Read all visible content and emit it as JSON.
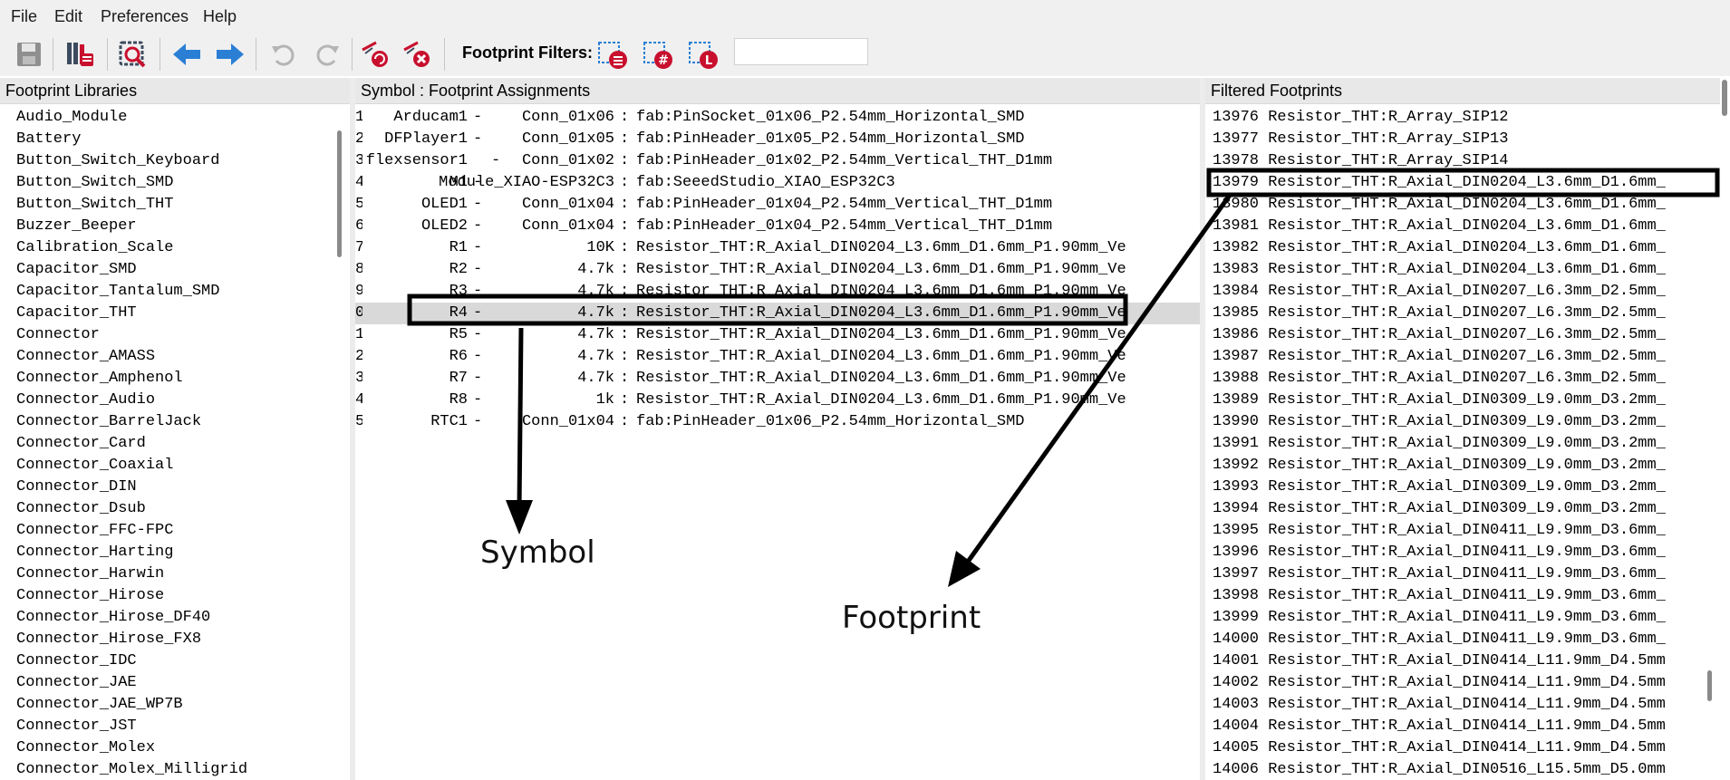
{
  "menu": [
    "File",
    "Edit",
    "Preferences",
    "Help"
  ],
  "toolbar": {
    "icons": [
      "save-icon",
      "library-table-icon",
      "view-footprint-icon",
      "arrow-left-icon",
      "arrow-right-icon",
      "undo-icon",
      "redo-icon",
      "auto-associate-icon",
      "delete-associations-icon",
      "filter-by-keywords-icon",
      "filter-by-pin-count-icon",
      "filter-by-library-icon"
    ],
    "filters_label": "Footprint Filters:",
    "filter_value": ""
  },
  "libraries": {
    "title": "Footprint Libraries",
    "items": [
      "Audio_Module",
      "Battery",
      "Button_Switch_Keyboard",
      "Button_Switch_SMD",
      "Button_Switch_THT",
      "Buzzer_Beeper",
      "Calibration_Scale",
      "Capacitor_SMD",
      "Capacitor_Tantalum_SMD",
      "Capacitor_THT",
      "Connector",
      "Connector_AMASS",
      "Connector_Amphenol",
      "Connector_Audio",
      "Connector_BarrelJack",
      "Connector_Card",
      "Connector_Coaxial",
      "Connector_DIN",
      "Connector_Dsub",
      "Connector_FFC-FPC",
      "Connector_Harting",
      "Connector_Harwin",
      "Connector_Hirose",
      "Connector_Hirose_DF40",
      "Connector_Hirose_FX8",
      "Connector_IDC",
      "Connector_JAE",
      "Connector_JAE_WP7B",
      "Connector_JST",
      "Connector_Molex",
      "Connector_Molex_Milligrid"
    ]
  },
  "assignments": {
    "title": "Symbol : Footprint Assignments",
    "rows": [
      {
        "idx": "1",
        "ref": " Arducam1",
        "value": "Conn_01x06",
        "footprint": "fab:PinSocket_01x06_P2.54mm_Horizontal_SMD"
      },
      {
        "idx": "2",
        "ref": " DFPlayer1",
        "value": "Conn_01x05",
        "footprint": "fab:PinHeader_01x05_P2.54mm_Horizontal_SMD"
      },
      {
        "idx": "3",
        "ref": " flexsensor1",
        "value": "Conn_01x02",
        "footprint": "fab:PinHeader_01x02_P2.54mm_Vertical_THT_D1mm"
      },
      {
        "idx": "4",
        "ref": "M1",
        "value": "Module_XIAO-ESP32C3",
        "footprint": "fab:SeeedStudio_XIAO_ESP32C3"
      },
      {
        "idx": "5",
        "ref": "OLED1",
        "value": "Conn_01x04",
        "footprint": "fab:PinHeader_01x04_P2.54mm_Vertical_THT_D1mm"
      },
      {
        "idx": "6",
        "ref": "OLED2",
        "value": "Conn_01x04",
        "footprint": "fab:PinHeader_01x04_P2.54mm_Vertical_THT_D1mm"
      },
      {
        "idx": "7",
        "ref": "R1",
        "value": "10K",
        "footprint": "Resistor_THT:R_Axial_DIN0204_L3.6mm_D1.6mm_P1.90mm_Ve"
      },
      {
        "idx": "8",
        "ref": "R2",
        "value": "4.7k",
        "footprint": "Resistor_THT:R_Axial_DIN0204_L3.6mm_D1.6mm_P1.90mm_Ve"
      },
      {
        "idx": "9",
        "ref": "R3",
        "value": "4.7k",
        "footprint": "Resistor_THT:R_Axial_DIN0204_L3.6mm_D1.6mm_P1.90mm_Ve"
      },
      {
        "idx": "0",
        "ref": "R4",
        "value": "4.7k",
        "footprint": "Resistor_THT:R_Axial_DIN0204_L3.6mm_D1.6mm_P1.90mm_Ve"
      },
      {
        "idx": "1",
        "ref": "R5",
        "value": "4.7k",
        "footprint": "Resistor_THT:R_Axial_DIN0204_L3.6mm_D1.6mm_P1.90mm_Ve"
      },
      {
        "idx": "2",
        "ref": "R6",
        "value": "4.7k",
        "footprint": "Resistor_THT:R_Axial_DIN0204_L3.6mm_D1.6mm_P1.90mm_Ve"
      },
      {
        "idx": "3",
        "ref": "R7",
        "value": "4.7k",
        "footprint": "Resistor_THT:R_Axial_DIN0204_L3.6mm_D1.6mm_P1.90mm_Ve"
      },
      {
        "idx": "4",
        "ref": "R8",
        "value": "1k",
        "footprint": "Resistor_THT:R_Axial_DIN0204_L3.6mm_D1.6mm_P1.90mm_Ve"
      },
      {
        "idx": "5",
        "ref": "RTC1",
        "value": "Conn_01x04",
        "footprint": "fab:PinHeader_01x06_P2.54mm_Horizontal_SMD"
      }
    ],
    "selected_ref": "R4"
  },
  "footprints": {
    "title": "Filtered Footprints",
    "items": [
      "13976 Resistor_THT:R_Array_SIP12",
      "13977 Resistor_THT:R_Array_SIP13",
      "13978 Resistor_THT:R_Array_SIP14",
      "13979 Resistor_THT:R_Axial_DIN0204_L3.6mm_D1.6mm_",
      "13980 Resistor_THT:R_Axial_DIN0204_L3.6mm_D1.6mm_",
      "13981 Resistor_THT:R_Axial_DIN0204_L3.6mm_D1.6mm_",
      "13982 Resistor_THT:R_Axial_DIN0204_L3.6mm_D1.6mm_",
      "13983 Resistor_THT:R_Axial_DIN0204_L3.6mm_D1.6mm_",
      "13984 Resistor_THT:R_Axial_DIN0207_L6.3mm_D2.5mm_",
      "13985 Resistor_THT:R_Axial_DIN0207_L6.3mm_D2.5mm_",
      "13986 Resistor_THT:R_Axial_DIN0207_L6.3mm_D2.5mm_",
      "13987 Resistor_THT:R_Axial_DIN0207_L6.3mm_D2.5mm_",
      "13988 Resistor_THT:R_Axial_DIN0207_L6.3mm_D2.5mm_",
      "13989 Resistor_THT:R_Axial_DIN0309_L9.0mm_D3.2mm_",
      "13990 Resistor_THT:R_Axial_DIN0309_L9.0mm_D3.2mm_",
      "13991 Resistor_THT:R_Axial_DIN0309_L9.0mm_D3.2mm_",
      "13992 Resistor_THT:R_Axial_DIN0309_L9.0mm_D3.2mm_",
      "13993 Resistor_THT:R_Axial_DIN0309_L9.0mm_D3.2mm_",
      "13994 Resistor_THT:R_Axial_DIN0309_L9.0mm_D3.2mm_",
      "13995 Resistor_THT:R_Axial_DIN0411_L9.9mm_D3.6mm_",
      "13996 Resistor_THT:R_Axial_DIN0411_L9.9mm_D3.6mm_",
      "13997 Resistor_THT:R_Axial_DIN0411_L9.9mm_D3.6mm_",
      "13998 Resistor_THT:R_Axial_DIN0411_L9.9mm_D3.6mm_",
      "13999 Resistor_THT:R_Axial_DIN0411_L9.9mm_D3.6mm_",
      "14000 Resistor_THT:R_Axial_DIN0411_L9.9mm_D3.6mm_",
      "14001 Resistor_THT:R_Axial_DIN0414_L11.9mm_D4.5mm",
      "14002 Resistor_THT:R_Axial_DIN0414_L11.9mm_D4.5mm",
      "14003 Resistor_THT:R_Axial_DIN0414_L11.9mm_D4.5mm",
      "14004 Resistor_THT:R_Axial_DIN0414_L11.9mm_D4.5mm",
      "14005 Resistor_THT:R_Axial_DIN0414_L11.9mm_D4.5mm",
      "14006 Resistor_THT:R_Axial_DIN0516_L15.5mm_D5.0mm"
    ],
    "highlighted_index": 3
  },
  "annotations": {
    "symbol_label": "Symbol",
    "footprint_label": "Footprint"
  },
  "colors": {
    "accent_blue": "#2a7fd4",
    "icon_red": "#c8102e",
    "selected_row": "#d9d9d9"
  }
}
